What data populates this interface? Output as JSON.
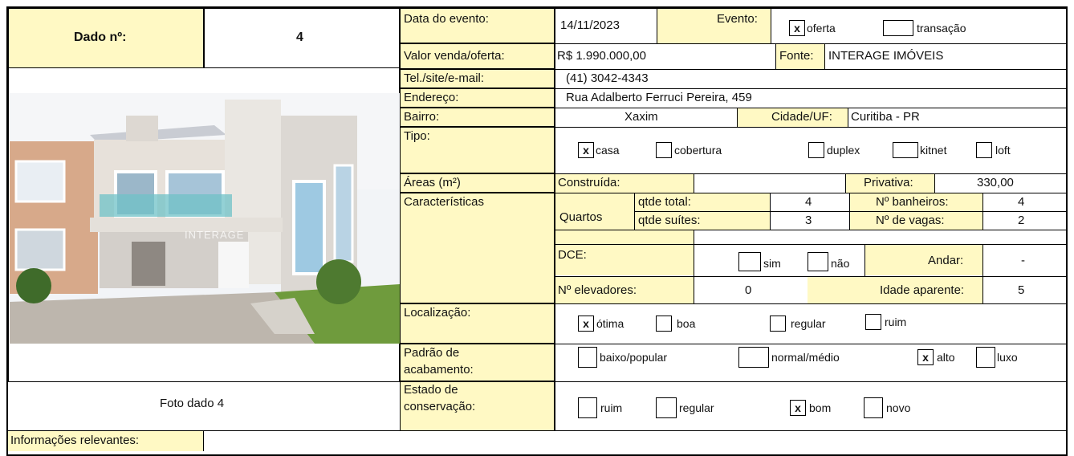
{
  "header": {
    "dado_label": "Dado nº:",
    "dado_value": "4"
  },
  "evento": {
    "data_label": "Data do evento:",
    "data_value": "14/11/2023",
    "evento_label": "Evento:",
    "opt_oferta": "oferta",
    "opt_transacao": "transação",
    "oferta_mark": "x",
    "transacao_mark": ""
  },
  "valor": {
    "label": "Valor venda/oferta:",
    "value": "R$ 1.990.000,00",
    "fonte_label": "Fonte:",
    "fonte_value": "INTERAGE IMÓVEIS"
  },
  "tel": {
    "label": "Tel./site/e-mail:",
    "value": "(41) 3042-4343"
  },
  "endereco": {
    "label": "Endereço:",
    "value": "Rua Adalberto Ferruci Pereira, 459"
  },
  "bairro": {
    "label": "Bairro:",
    "value": "Xaxim",
    "cidade_label": "Cidade/UF:",
    "cidade_value": "Curitiba - PR"
  },
  "tipo": {
    "label": "Tipo:",
    "casa": "casa",
    "cobertura": "cobertura",
    "duplex": "duplex",
    "kitnet": "kitnet",
    "loft": "loft",
    "casa_mark": "x"
  },
  "areas": {
    "label": "Áreas (m²)",
    "construida_label": "Construída:",
    "construida_value": "",
    "privativa_label": "Privativa:",
    "privativa_value": "330,00"
  },
  "caracteristicas": {
    "label": "Características",
    "quartos_label": "Quartos",
    "qtde_total_label": "qtde total:",
    "qtde_total_value": "4",
    "qtde_suites_label": "qtde suítes:",
    "qtde_suites_value": "3",
    "banheiros_label": "Nº banheiros:",
    "banheiros_value": "4",
    "vagas_label": "Nº de vagas:",
    "vagas_value": "2",
    "dce_label": "DCE:",
    "sim": "sim",
    "nao": "não",
    "andar_label": "Andar:",
    "andar_value": "-",
    "elevadores_label": "Nº elevadores:",
    "elevadores_value": "0",
    "idade_label": "Idade aparente:",
    "idade_value": "5"
  },
  "localizacao": {
    "label": "Localização:",
    "otima": "ótima",
    "boa": "boa",
    "regular": "regular",
    "ruim": "ruim",
    "otima_mark": "x"
  },
  "padrao": {
    "label_1": "Padrão de",
    "label_2": "acabamento:",
    "baixo": "baixo/popular",
    "normal": "normal/médio",
    "alto": "alto",
    "luxo": "luxo",
    "alto_mark": "x"
  },
  "estado": {
    "label_1": "Estado de",
    "label_2": "conservação:",
    "ruim": "ruim",
    "regular": "regular",
    "bom": "bom",
    "novo": "novo",
    "bom_mark": "x"
  },
  "foto": {
    "caption": "Foto dado 4",
    "watermark": "INTERAGE"
  },
  "info": {
    "label": "Informações relevantes:"
  }
}
